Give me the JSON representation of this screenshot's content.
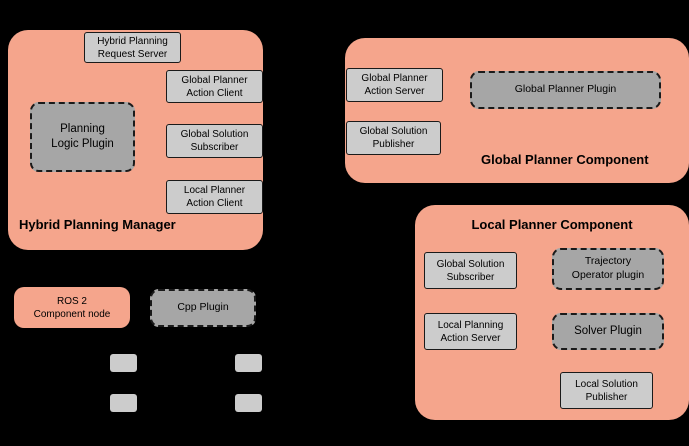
{
  "colors": {
    "background": "#000000",
    "component_fill": "#F5A58C",
    "node_fill": "#CCCCCC",
    "plugin_fill": "#A6A6A6",
    "outline": "#1A1A1A",
    "text": "#000000"
  },
  "hybrid_manager": {
    "title": "Hybrid Planning Manager",
    "request_server": "Hybrid Planning\nRequest Server",
    "global_planner_action_client": "Global Planner\nAction Client",
    "global_solution_subscriber": "Global Solution\nSubscriber",
    "local_planner_action_client": "Local Planner\nAction Client",
    "planning_logic_plugin": "Planning\nLogic Plugin"
  },
  "global_planner": {
    "title": "Global Planner Component",
    "action_server": "Global Planner\nAction Server",
    "solution_publisher": "Global Solution\nPublisher",
    "planner_plugin": "Global Planner Plugin"
  },
  "local_planner": {
    "title": "Local Planner Component",
    "solution_subscriber": "Global Solution\nSubscriber",
    "action_server": "Local Planning\nAction Server",
    "trajectory_operator_plugin": "Trajectory\nOperator plugin",
    "solver_plugin": "Solver Plugin",
    "solution_publisher": "Local Solution\nPublisher"
  },
  "legend": {
    "ros2_component_node": "ROS 2\nComponent node",
    "cpp_plugin": "Cpp Plugin"
  }
}
